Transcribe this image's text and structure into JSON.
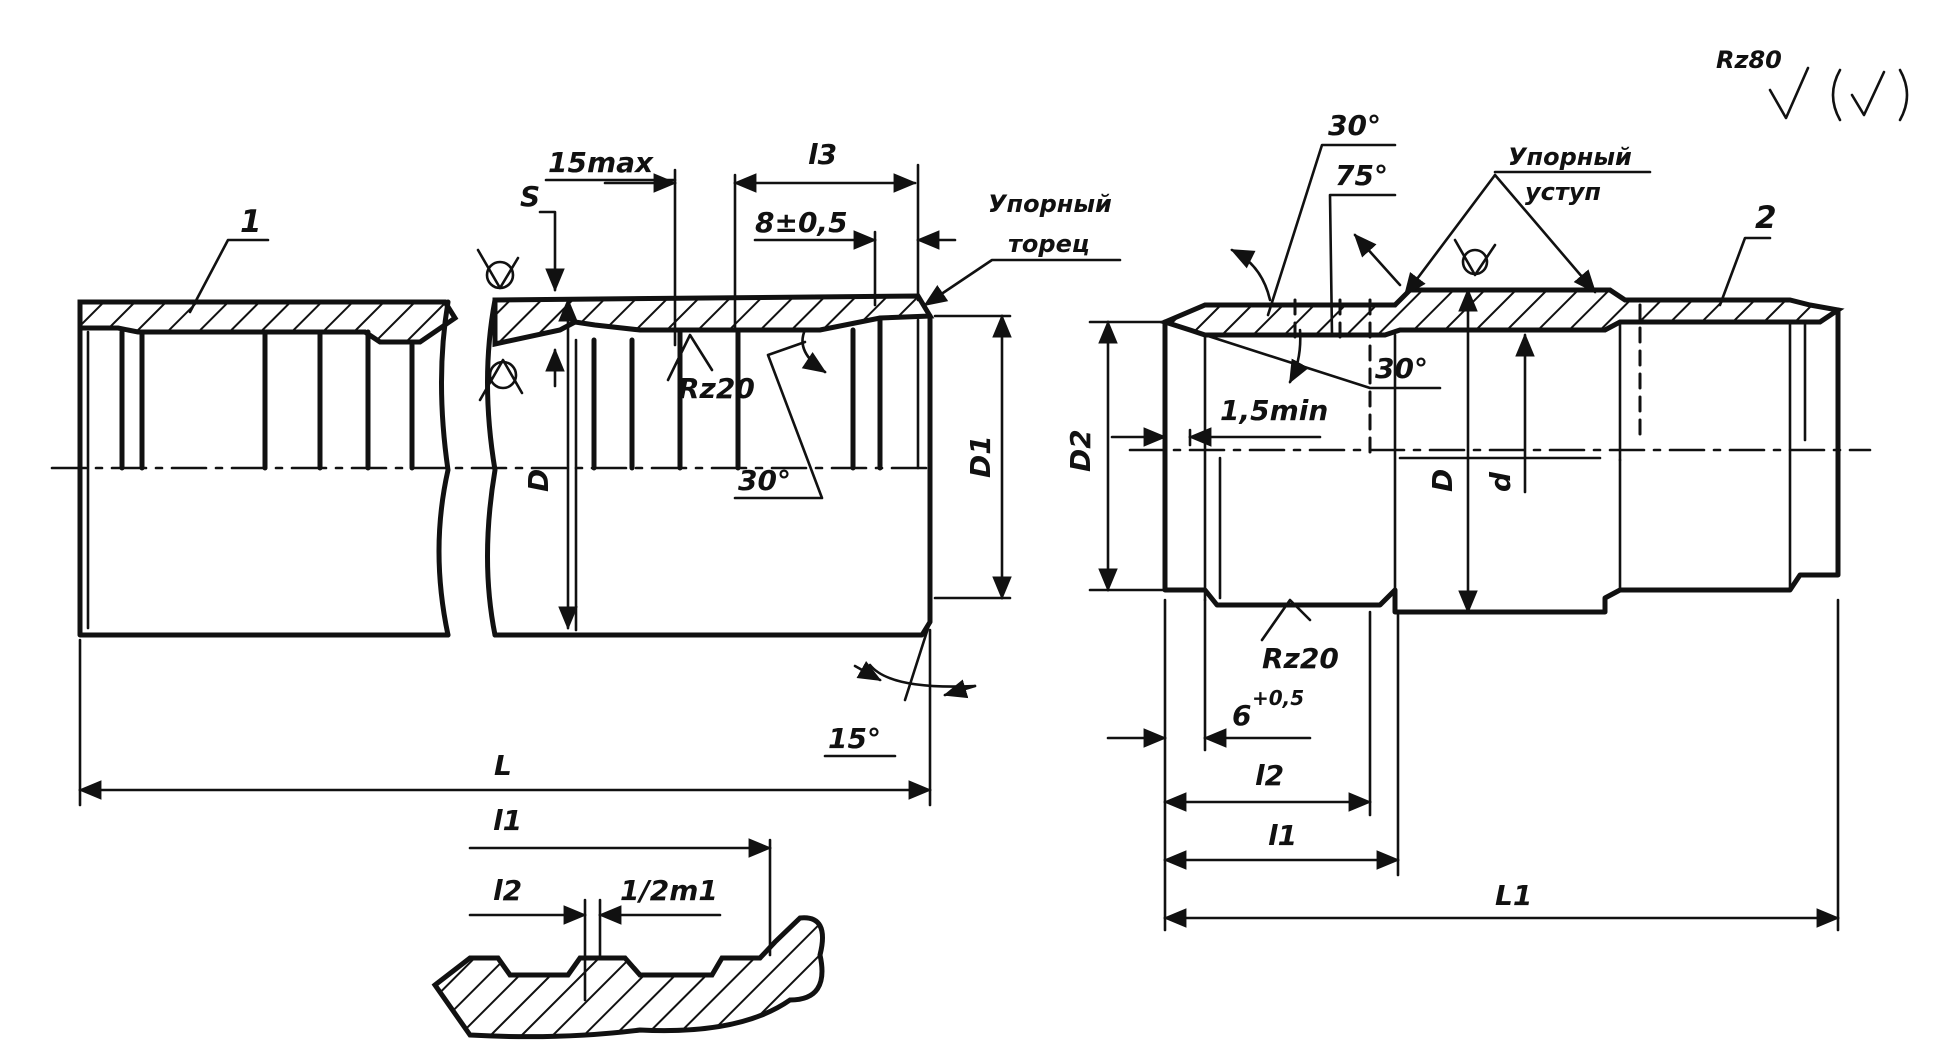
{
  "roughness": {
    "rz80": "Rz80",
    "check_symbol": "√",
    "parens_symbol": "(√)"
  },
  "part1": {
    "id": "1",
    "s": "S",
    "d15max": "15max",
    "l3": "l3",
    "tol8": "8±0,5",
    "stop_face": [
      "Упорный",
      "торец"
    ],
    "rz20": "Rz20",
    "d": "D",
    "d1": "D1",
    "a30": "30°",
    "a15": "15°",
    "l": "L"
  },
  "detail": {
    "l1": "l1",
    "l2": "l2",
    "half_m1": "1/2m1"
  },
  "part2": {
    "id": "2",
    "a30_top": "30°",
    "a75": "75°",
    "shoulder": [
      "Упорный",
      "уступ"
    ],
    "a30_mid": "30°",
    "d15min": "1,5min",
    "d2": "D2",
    "d": "D",
    "d_small": "d",
    "rz20": "Rz20",
    "six": "6",
    "six_tol": "+0,5",
    "l2": "l2",
    "l1": "l1",
    "l1_total": "L1"
  }
}
